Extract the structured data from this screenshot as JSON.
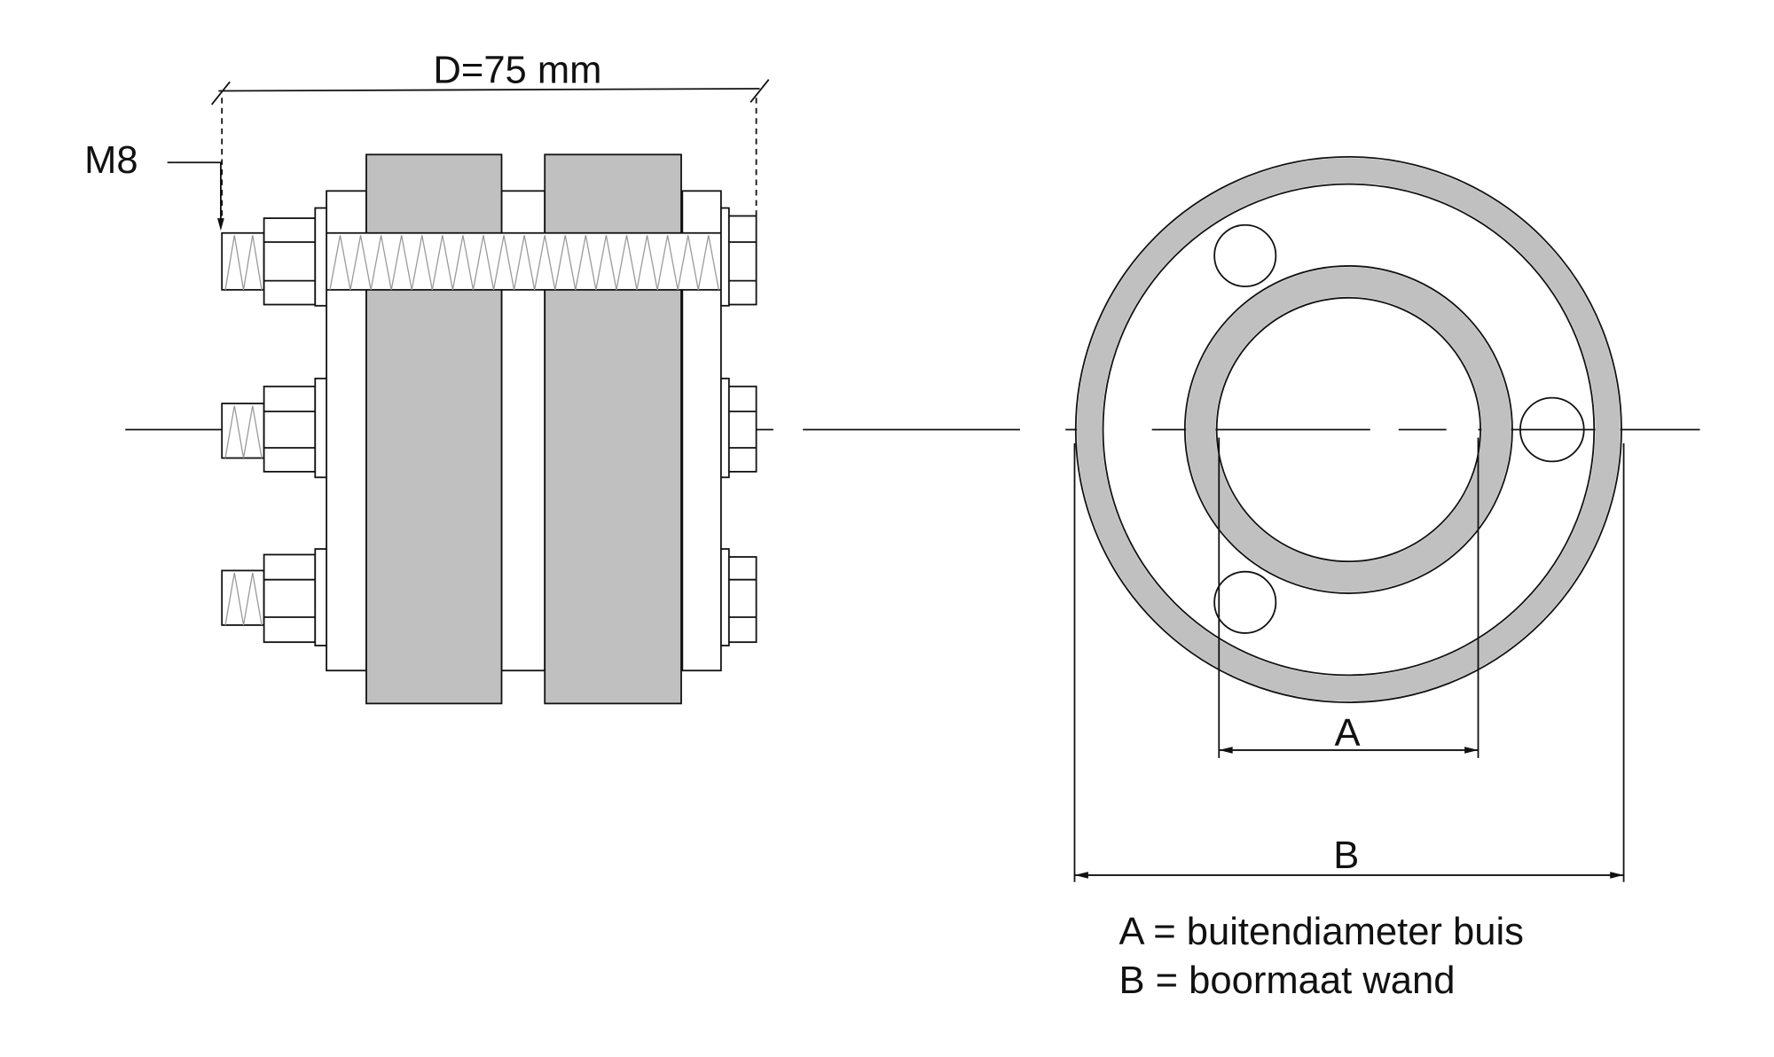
{
  "side_view": {
    "dimension_label": "D=75 mm",
    "bolt_label": "M8"
  },
  "front_view": {
    "dim_a_label": "A",
    "dim_b_label": "B"
  },
  "legend": [
    "A = buitendiameter buis",
    "B = boormaat wand"
  ],
  "colors": {
    "rubber_fill": "#c0c0c0",
    "line": "#111111"
  }
}
